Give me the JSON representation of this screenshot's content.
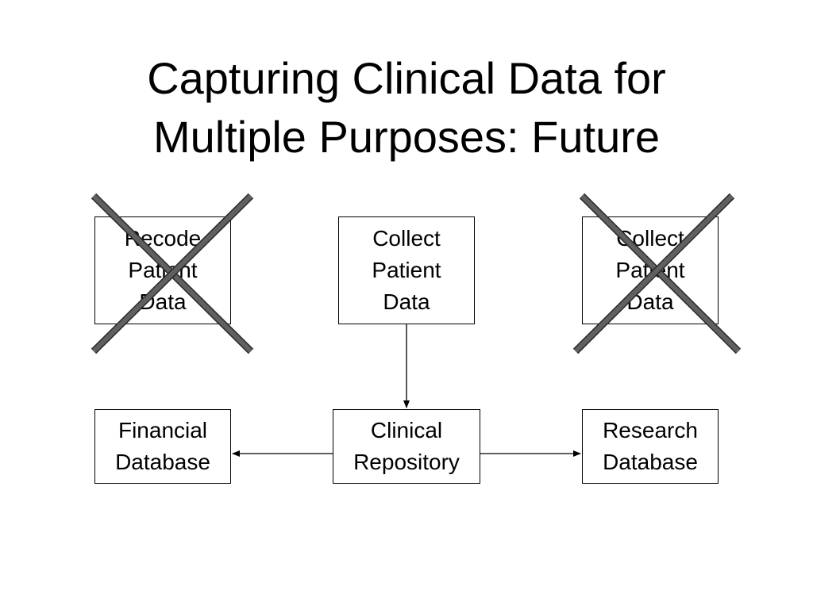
{
  "title": {
    "line1": "Capturing Clinical Data for",
    "line2": "Multiple Purposes:  Future"
  },
  "boxes": {
    "recode": {
      "lines": [
        "Recode",
        "Patient",
        "Data"
      ],
      "crossed_out": true
    },
    "collect": {
      "lines": [
        "Collect",
        "Patient",
        "Data"
      ],
      "crossed_out": false
    },
    "collect2": {
      "lines": [
        "Collect",
        "Patient",
        "Data"
      ],
      "crossed_out": true
    },
    "financial": {
      "lines": [
        "Financial",
        "Database"
      ]
    },
    "clinical": {
      "lines": [
        "Clinical",
        "Repository"
      ]
    },
    "research": {
      "lines": [
        "Research",
        "Database"
      ]
    }
  },
  "colors": {
    "cross": "#606060",
    "cross_outline": "#2a2a2a",
    "line": "#000000"
  }
}
